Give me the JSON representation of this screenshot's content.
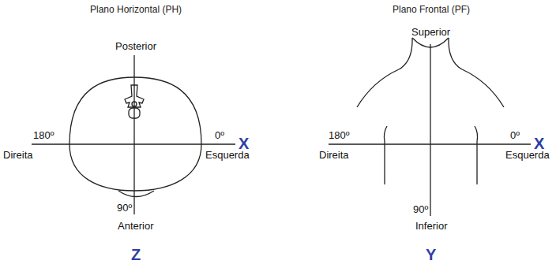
{
  "diagram": {
    "labels": [
      "Plano Horizontal (PH)",
      "Plano Frontal (PF)",
      "Posterior",
      "Superior",
      "180º",
      "0º",
      "X",
      "Direita",
      "Esquerda",
      "180º",
      "0º",
      "X",
      "Direita",
      "Esquerda",
      "90º",
      "Anterior",
      "90º",
      "Inferior",
      "Z",
      "Y"
    ]
  }
}
